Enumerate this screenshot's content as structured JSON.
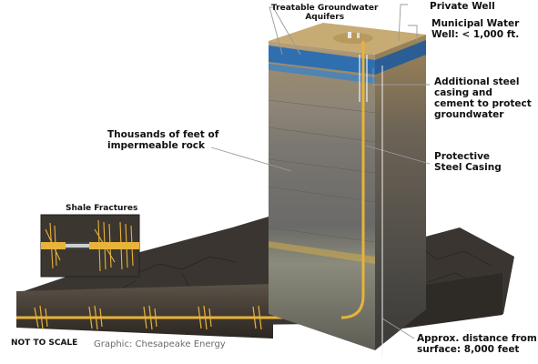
{
  "labels": {
    "aquifers": "Treatable Groundwater\nAquifers",
    "private_well": "Private Well",
    "municipal_well": "Municipal Water\nWell: < 1,000 ft.",
    "additional_casing": "Additional steel\ncasing and\ncement to protect\ngroundwater",
    "impermeable_rock": "Thousands of feet of\nimpermeable rock",
    "protective_casing": "Protective\nSteel Casing",
    "shale_fractures": "Shale Fractures",
    "not_to_scale": "NOT TO SCALE",
    "approx_distance": "Approx. distance from\nsurface: 8,000 feet"
  },
  "credit": "Graphic: Chesapeake Energy",
  "colors": {
    "pipe": "#e8b33a",
    "aquifer": "#2f6fb0",
    "rock": "#6e6e6e",
    "ground": "#3a3530",
    "leader": "#9a9a9a"
  }
}
